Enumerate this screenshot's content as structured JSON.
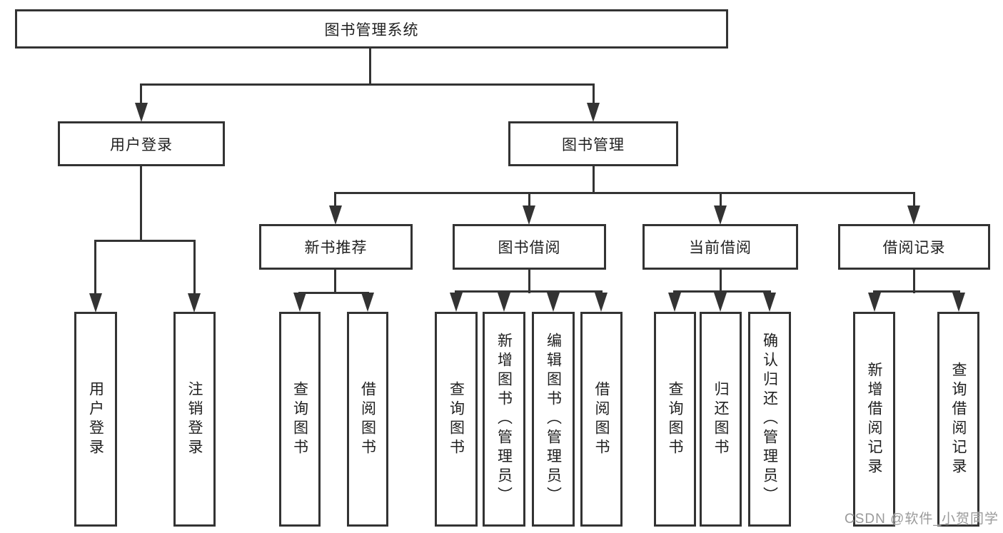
{
  "diagram": {
    "root": {
      "label": "图书管理系统"
    },
    "level2": [
      {
        "label": "用户登录"
      },
      {
        "label": "图书管理"
      }
    ],
    "level3": [
      {
        "label": "新书推荐"
      },
      {
        "label": "图书借阅"
      },
      {
        "label": "当前借阅"
      },
      {
        "label": "借阅记录"
      }
    ],
    "leaves": [
      {
        "label": "用户登录"
      },
      {
        "label": "注销登录"
      },
      {
        "label": "查询图书"
      },
      {
        "label": "借阅图书"
      },
      {
        "label": "查询图书"
      },
      {
        "label": "新增图书（管理员）"
      },
      {
        "label": "编辑图书（管理员）"
      },
      {
        "label": "借阅图书"
      },
      {
        "label": "查询图书"
      },
      {
        "label": "归还图书"
      },
      {
        "label": "确认归还（管理员）"
      },
      {
        "label": "新增借阅记录"
      },
      {
        "label": "查询借阅记录"
      }
    ]
  },
  "watermark": {
    "text": "CSDN @软件_小贺同学"
  },
  "colors": {
    "line": "#333333",
    "text": "#1f1f1f",
    "box_fill": "#ffffff",
    "watermark": "#9a9a9a"
  }
}
